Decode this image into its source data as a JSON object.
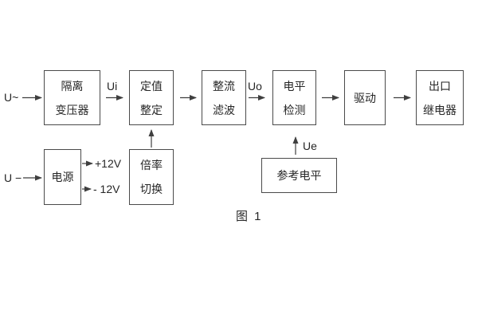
{
  "figure": {
    "caption": "图 1"
  },
  "inputs": {
    "ac": "U~",
    "dc": "U −"
  },
  "signals": {
    "ui": "Ui",
    "uo": "Uo",
    "ue": "Ue",
    "plus12v": "+12V",
    "minus12v": "- 12V"
  },
  "blocks": {
    "isolation_transformer": {
      "lines": [
        "隔离",
        "变压器"
      ]
    },
    "setting_adjust": {
      "lines": [
        "定值",
        "整定"
      ]
    },
    "rectifier_filter": {
      "lines": [
        "整流",
        "滤波"
      ]
    },
    "level_detection": {
      "lines": [
        "电平",
        "检测"
      ]
    },
    "drive": {
      "lines": [
        "驱动"
      ]
    },
    "output_relay": {
      "lines": [
        "出口",
        "继电器"
      ]
    },
    "power_supply": {
      "lines": [
        "电源"
      ]
    },
    "ratio_switch": {
      "lines": [
        "倍率",
        "切换"
      ]
    },
    "reference_level": {
      "lines": [
        "参考电平"
      ]
    }
  },
  "colors": {
    "line": "#3f3f3f",
    "border": "#4a4a4a",
    "text": "#262626",
    "background": "#ffffff"
  }
}
